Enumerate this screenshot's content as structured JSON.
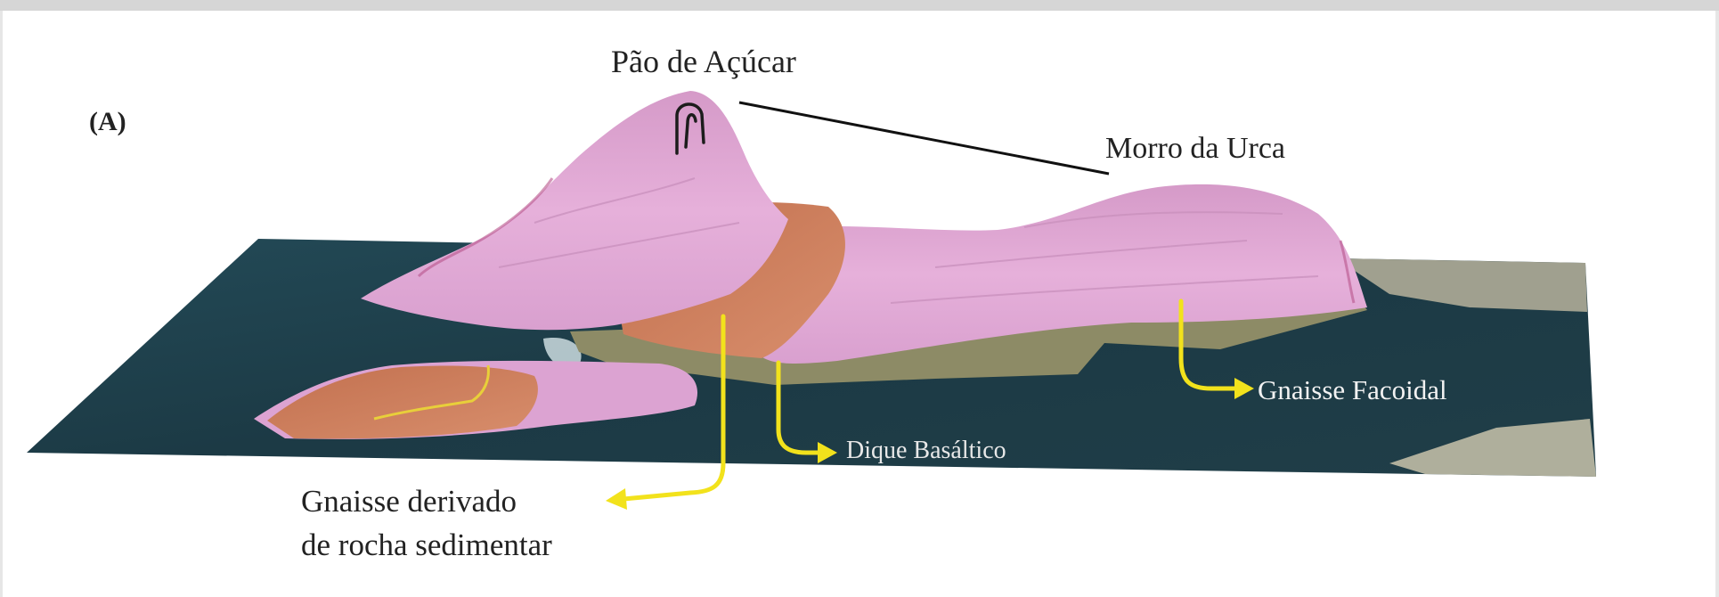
{
  "figure": {
    "panel_label": "(A)",
    "labels": {
      "pao_de_acucar": "Pão de Açúcar",
      "morro_da_urca": "Morro da Urca",
      "gnaisse_facoidal": "Gnaisse Facoidal",
      "dique_basaltico": "Dique Basáltico",
      "gnaisse_derivado_line1": "Gnaisse derivado",
      "gnaisse_derivado_line2": "de rocha sedimentar"
    }
  },
  "colors": {
    "sea": "#1f3f4a",
    "gneiss_facoidal": "#e2a9d6",
    "gneiss_sedimentary": "#c97a5c",
    "flat_land": "#8e8c67",
    "arrows": "#f2e21c"
  }
}
